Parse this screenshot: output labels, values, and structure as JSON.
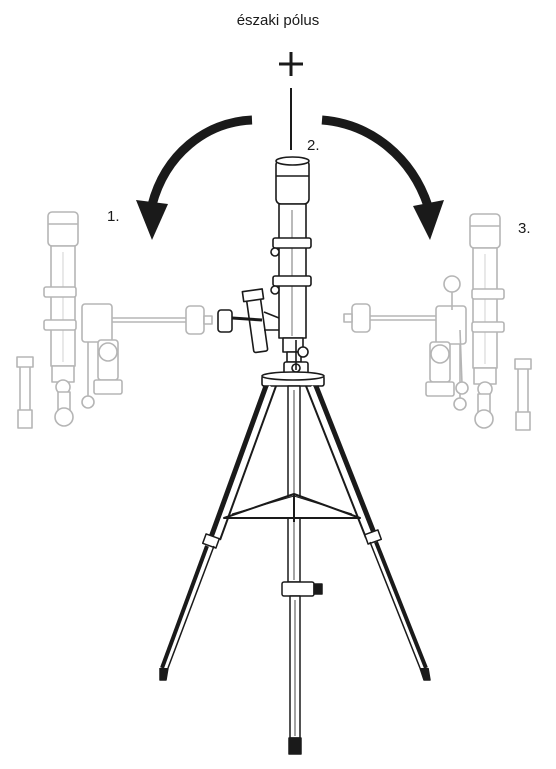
{
  "diagram": {
    "title": "északi pólus",
    "steps": [
      "1.",
      "2.",
      "3."
    ]
  },
  "colors": {
    "ink": "#1a1a1a",
    "ghost": "#b5b5b5",
    "background": "#ffffff"
  }
}
